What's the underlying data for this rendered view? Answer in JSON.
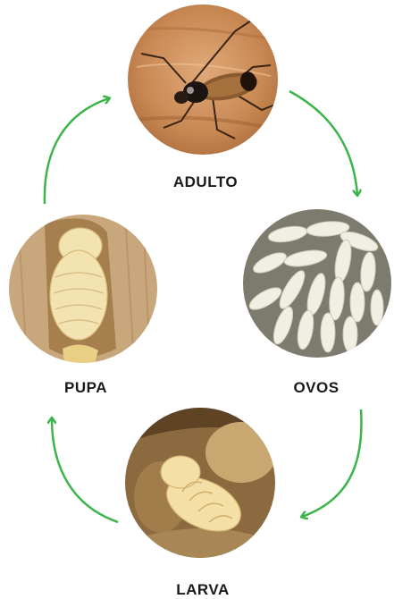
{
  "diagram": {
    "arrow_color": "#3bb54a",
    "label_color": "#1a1a1a",
    "stages": [
      {
        "id": "adult",
        "label": "ADULTO",
        "icon": "beetle-photo"
      },
      {
        "id": "eggs",
        "label": "OVOS",
        "icon": "eggs-photo"
      },
      {
        "id": "larva",
        "label": "LARVA",
        "icon": "larva-photo"
      },
      {
        "id": "pupa",
        "label": "PUPA",
        "icon": "pupa-photo"
      }
    ]
  }
}
